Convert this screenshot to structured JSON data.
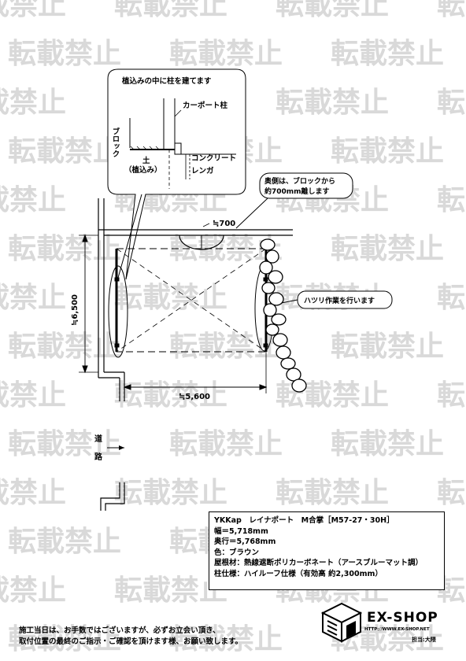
{
  "watermark": "転載禁止",
  "callout_top": {
    "title": "植込みの中に柱を建てます",
    "post": "カーポート柱",
    "block": "ブロック",
    "soil": "土",
    "planting": "（植込み）",
    "concrete": "コンクリート",
    "brick": "レンガ"
  },
  "callout_right": {
    "line1": "奥側は、ブロックから",
    "line2": "約700mm離します"
  },
  "callout_hatsuri": "ハツリ作業を行います",
  "dims": {
    "gap": "≒700",
    "depth": "≒6,500",
    "width": "≒5,600"
  },
  "road": {
    "char1": "道",
    "char2": "路"
  },
  "spec": {
    "model": "YKKap　レイナポート　M合掌［M57-27・30H］",
    "width": "幅＝5,718mm",
    "depth": "奥行＝5,768mm",
    "color": "色：ブラウン",
    "roof": "屋根材：熱線遮断ポリカーボネート（アースブルーマット調）",
    "post": "柱仕様：ハイルーフ仕様（有効高 約2,300mm）"
  },
  "footer": {
    "line1": "施工当日は、お手数ではございますが、必ずお立会い頂き、",
    "line2": "取付位置の最終のご指示・ご確認を頂けます様、お願い致します。"
  },
  "logo": {
    "name": "EX-SHOP",
    "url": "HTTP://WWW.EX-SHOP.NET",
    "staff": "担当:大隈"
  }
}
